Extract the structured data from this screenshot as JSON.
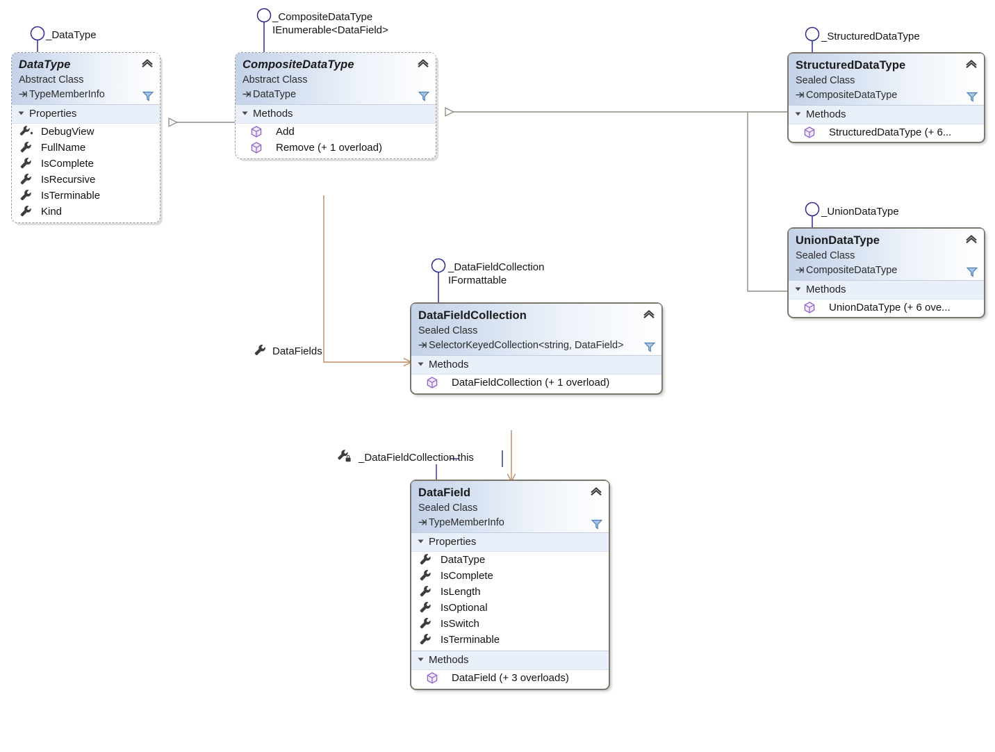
{
  "diagram": {
    "title": "Class Diagram",
    "colors": {
      "header_gradient_start": "#c4d2e8",
      "header_gradient_end": "#ffffff",
      "section_header_bg": "#eaf0f9",
      "dashed_border": "#9a9a9a",
      "selected_border": "#7a766a",
      "inheritance_line": "#8c8a80",
      "association_line": "#c08a63",
      "lollipop_stroke": "#2a2a8c",
      "filter_icon": "#5b8fd0",
      "method_icon": "#8e62c4",
      "property_icon": "#3d3d3d"
    }
  },
  "nodes": {
    "datatype": {
      "name": "DataType",
      "kind": "Abstract Class",
      "base": "TypeMemberInfo",
      "sections": [
        {
          "label": "Properties",
          "members": [
            {
              "icon": "property-private-icon",
              "label": "DebugView"
            },
            {
              "icon": "property-icon",
              "label": "FullName"
            },
            {
              "icon": "property-icon",
              "label": "IsComplete"
            },
            {
              "icon": "property-icon",
              "label": "IsRecursive"
            },
            {
              "icon": "property-icon",
              "label": "IsTerminable"
            },
            {
              "icon": "property-icon",
              "label": "Kind"
            }
          ]
        }
      ]
    },
    "compositedatatype": {
      "name": "CompositeDataType",
      "kind": "Abstract Class",
      "base": "DataType",
      "sections": [
        {
          "label": "Methods",
          "members": [
            {
              "icon": "method-icon",
              "label": "Add"
            },
            {
              "icon": "method-icon",
              "label": "Remove (+ 1 overload)"
            }
          ]
        }
      ]
    },
    "structureddatatype": {
      "name": "StructuredDataType",
      "kind": "Sealed Class",
      "base": "CompositeDataType",
      "sections": [
        {
          "label": "Methods",
          "members": [
            {
              "icon": "method-icon",
              "label": "StructuredDataType  (+  6..."
            }
          ]
        }
      ]
    },
    "uniondatatype": {
      "name": "UnionDataType",
      "kind": "Sealed Class",
      "base": "CompositeDataType",
      "sections": [
        {
          "label": "Methods",
          "members": [
            {
              "icon": "method-icon",
              "label": "UnionDataType (+ 6 ove..."
            }
          ]
        }
      ]
    },
    "datafieldcollection": {
      "name": "DataFieldCollection",
      "kind": "Sealed Class",
      "base": "SelectorKeyedCollection<string, DataField>",
      "sections": [
        {
          "label": "Methods",
          "members": [
            {
              "icon": "method-icon",
              "label": "DataFieldCollection (+ 1 overload)"
            }
          ]
        }
      ]
    },
    "datafield": {
      "name": "DataField",
      "kind": "Sealed Class",
      "base": "TypeMemberInfo",
      "sections": [
        {
          "label": "Properties",
          "members": [
            {
              "icon": "property-icon",
              "label": "DataType"
            },
            {
              "icon": "property-icon",
              "label": "IsComplete"
            },
            {
              "icon": "property-icon",
              "label": "IsLength"
            },
            {
              "icon": "property-icon",
              "label": "IsOptional"
            },
            {
              "icon": "property-icon",
              "label": "IsSwitch"
            },
            {
              "icon": "property-icon",
              "label": "IsTerminable"
            }
          ]
        },
        {
          "label": "Methods",
          "members": [
            {
              "icon": "method-icon",
              "label": "DataField (+ 3 overloads)"
            }
          ]
        }
      ]
    }
  },
  "lollipops": {
    "datatype": {
      "lines": [
        "_DataType"
      ]
    },
    "compositedatatype": {
      "lines": [
        "_CompositeDataType",
        "IEnumerable<DataField>"
      ]
    },
    "structureddatatype": {
      "lines": [
        "_StructuredDataType"
      ]
    },
    "uniondatatype": {
      "lines": [
        "_UnionDataType"
      ]
    },
    "datafieldcollection": {
      "lines": [
        "_DataFieldCollection",
        "IFormattable"
      ]
    }
  },
  "associations": {
    "datafields": {
      "label": "DataFields",
      "icon": "property-icon"
    },
    "collection_this": {
      "label": "_DataFieldCollection.this",
      "icon": "property-private-locked-icon"
    }
  }
}
